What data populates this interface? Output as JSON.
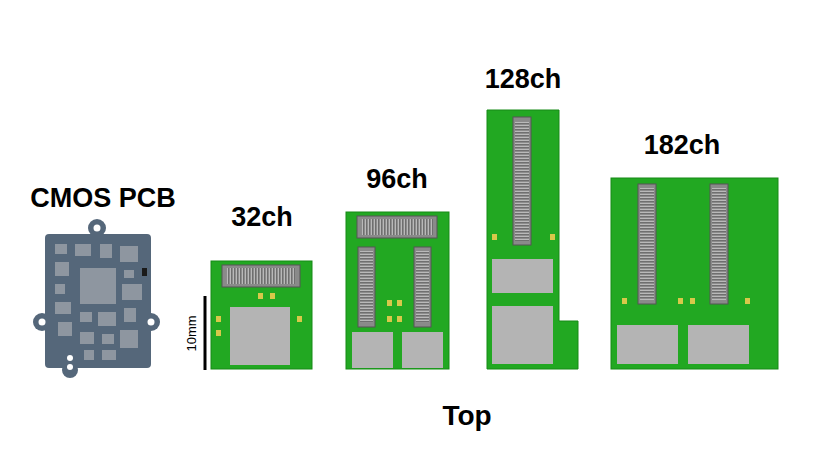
{
  "diagram": {
    "labels": [
      "CMOS PCB",
      "32ch",
      "96ch",
      "128ch",
      "182ch",
      "10mm",
      "Top"
    ]
  }
}
